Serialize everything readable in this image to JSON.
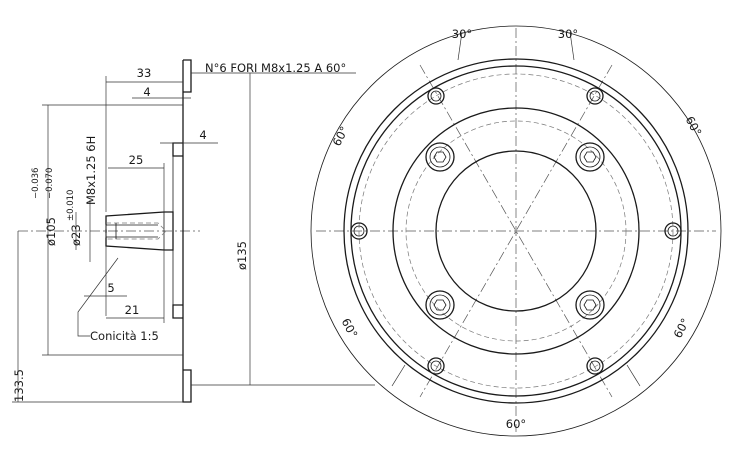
{
  "drawing": {
    "note_holes": "N°6 FORI  M8x1.25 A 60°",
    "dim_33": "33",
    "dim_4_top": "4",
    "dim_4_mid": "4",
    "dim_25": "25",
    "dim_thread": "M8x1.25 6H",
    "dim_d105": "ø105",
    "tol_d105_upper": "−0.036",
    "tol_d105_lower": "−0.070",
    "dim_d23": "ø23",
    "tol_d23": "±0.010",
    "dim_d135": "ø135",
    "dim_5": "5",
    "dim_21": "21",
    "taper_label": "Conicità  1:5",
    "dim_133_5": "133.5",
    "angle_30_left": "30°",
    "angle_30_right": "30°",
    "angle_60_upper_left": "60°",
    "angle_60_upper_right": "60°",
    "angle_60_lower_left": "60°",
    "angle_60_lower_right": "60°",
    "angle_60_bottom": "60°"
  }
}
